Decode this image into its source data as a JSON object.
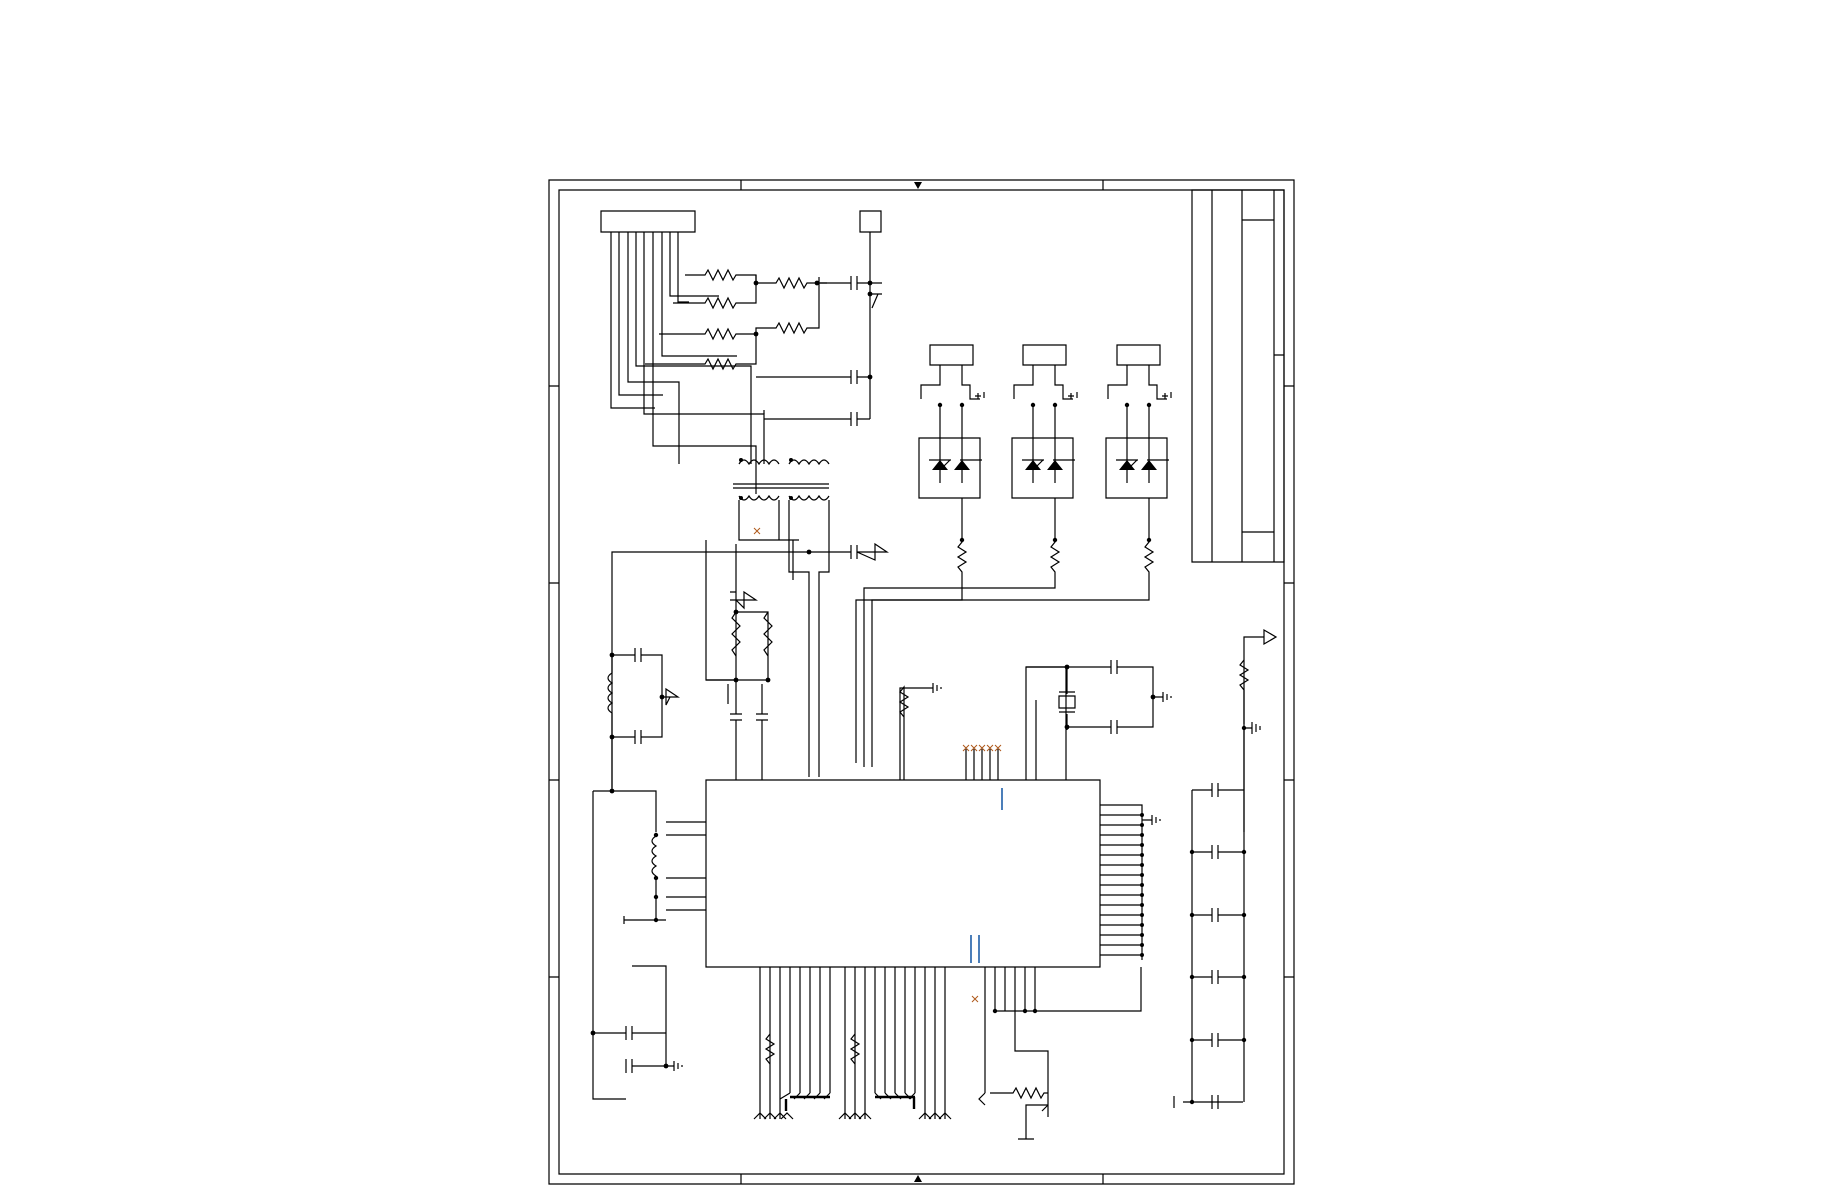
{
  "diagram": {
    "kind": "electronic-schematic",
    "colors": {
      "wire": "#000000",
      "background": "#ffffff",
      "highlight": "#1f5fa8",
      "no_connect": "#b05a1c"
    },
    "components": {
      "connectors": 1,
      "test_points": 1,
      "transformers": 2,
      "optocouplers": 3,
      "crystals": 1,
      "integrated_circuits": 1,
      "inductors": 2
    },
    "text_labels": []
  }
}
